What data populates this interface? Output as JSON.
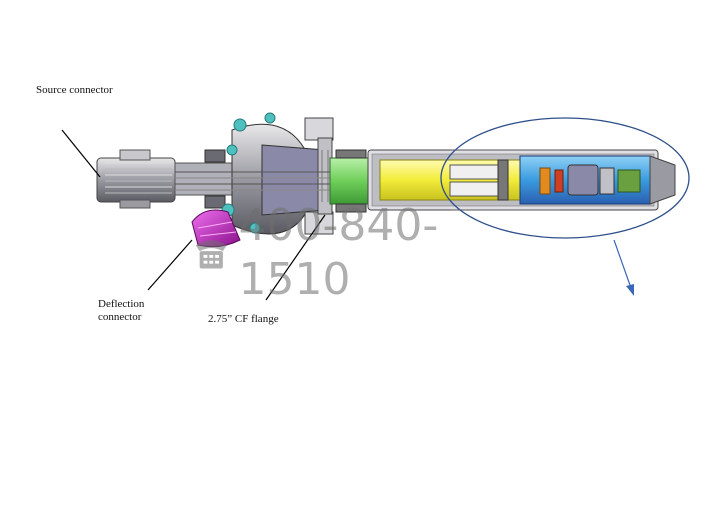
{
  "labels": {
    "source": "Source connector",
    "deflection_line1": "Deflection",
    "deflection_line2": "connector",
    "flange": "2.75” CF flange"
  },
  "watermark": {
    "phone": "400-840-1510",
    "icon": "telephone-icon"
  },
  "colors": {
    "ellipse": "#2f4f8a",
    "arrow": "#3a67b8",
    "magenta": "#c020c0",
    "teal": "#4ec0c0",
    "yellow": "#f2ef4a",
    "green": "#7fd86a",
    "blue": "#3a78d8"
  }
}
